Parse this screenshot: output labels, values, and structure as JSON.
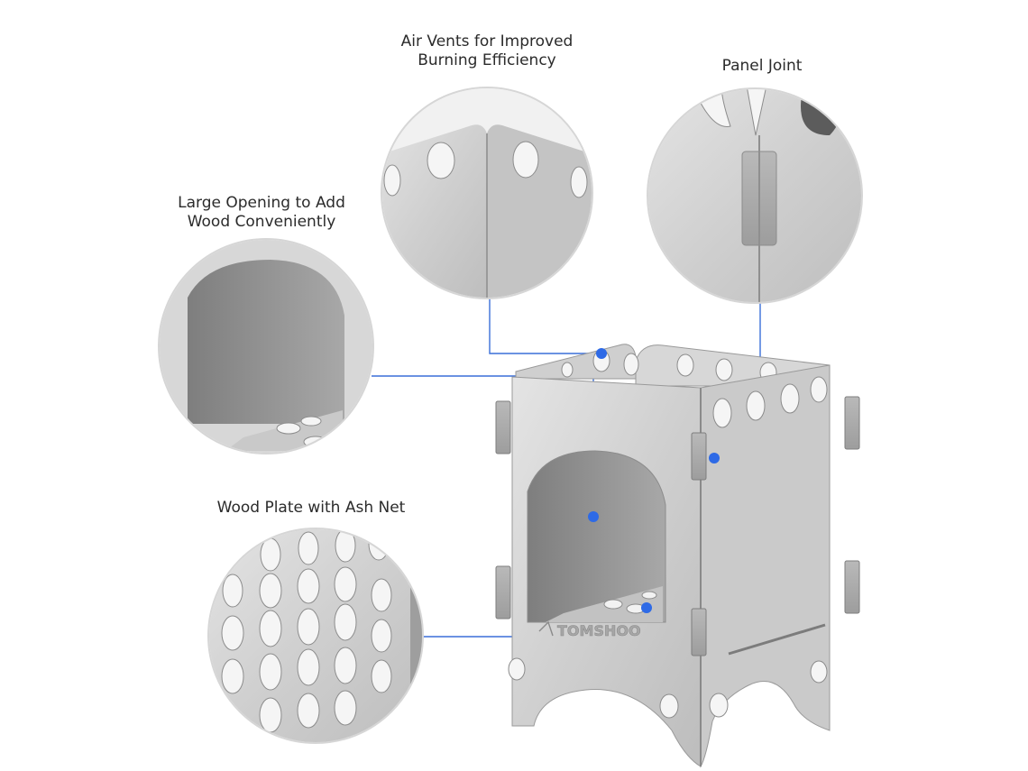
{
  "callouts": {
    "vents": "Air Vents for Improved\nBurning Efficiency",
    "joint": "Panel Joint",
    "opening": "Large Opening to Add\nWood Conveniently",
    "plate": "Wood Plate with Ash Net"
  },
  "brand": "TOMSHOO",
  "colors": {
    "leader_line": "#3a6fd8",
    "dot": "#2e6ae6",
    "metal": "#c9c9c9"
  }
}
